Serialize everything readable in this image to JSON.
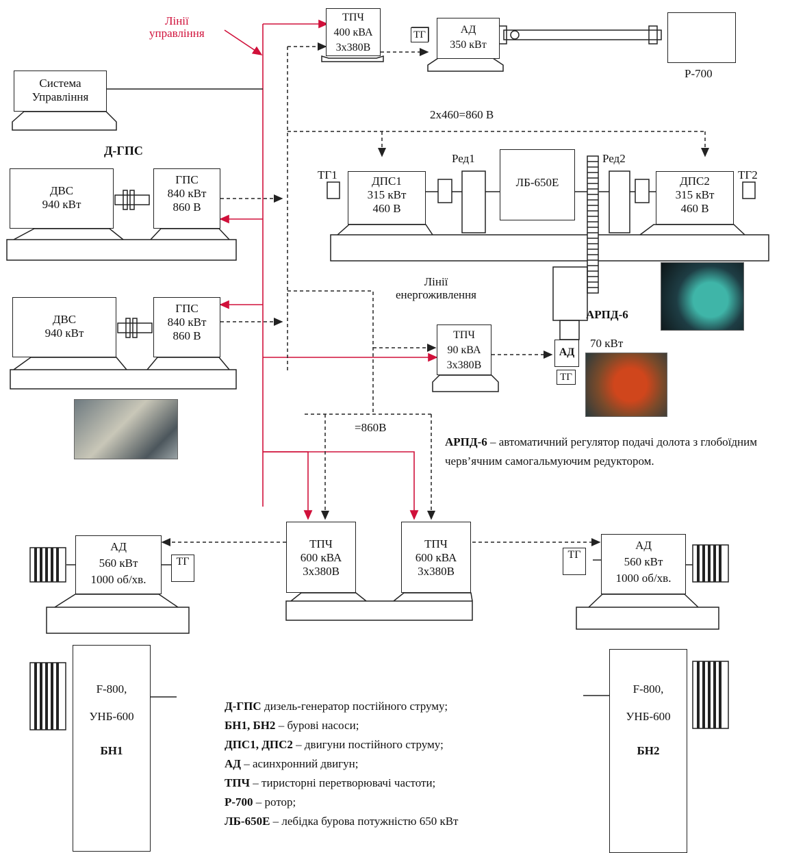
{
  "labels": {
    "control_lines": [
      "Лінії",
      "управління"
    ],
    "system": [
      "Система",
      "Управління"
    ],
    "dgps_title": "Д-ГПС",
    "voltage_top": "2х460=860 В",
    "power_lines": [
      "Лінії",
      "енергоживлення"
    ],
    "voltage_860": "=860В",
    "p700": "Р-700",
    "red1": "Ред1",
    "red2": "Ред2",
    "arpd6": "АРПД-6",
    "kw70": "70 кВт",
    "tg1": "ТГ1",
    "tg2": "ТГ2",
    "tg": "ТГ"
  },
  "blocks": {
    "tpch400": [
      "ТПЧ",
      "400 кВА",
      "3х380В"
    ],
    "ad350": [
      "АД",
      "350 кВт"
    ],
    "dvs1": [
      "ДВС",
      "940 кВт"
    ],
    "gps1": [
      "ГПС",
      "840 кВт",
      "860 В"
    ],
    "dvs2": [
      "ДВС",
      "940 кВт"
    ],
    "gps2": [
      "ГПС",
      "840 кВт",
      "860 В"
    ],
    "dps1": [
      "ДПС1",
      "315 кВт",
      "460 В"
    ],
    "lb650": [
      "ЛБ-650Е"
    ],
    "dps2": [
      "ДПС2",
      "315 кВт",
      "460 В"
    ],
    "tpch90": [
      "ТПЧ",
      "90 кВА",
      "3х380В"
    ],
    "ad_small": [
      "АД"
    ],
    "tpch600a": [
      "ТПЧ",
      "600 кВА",
      "3х380В"
    ],
    "tpch600b": [
      "ТПЧ",
      "600 кВА",
      "3х380В"
    ],
    "ad560a": [
      "АД",
      "560 кВт",
      "1000 об/хв."
    ],
    "ad560b": [
      "АД",
      "560 кВт",
      "1000 об/хв."
    ],
    "bn1": [
      "F-800,",
      "УНБ-600",
      "БН1"
    ],
    "bn2": [
      "F-800,",
      "УНБ-600",
      "БН2"
    ]
  },
  "note": {
    "bold": "АРПД-6",
    "text": " – автоматичний регулятор подачі долота з глобоїдним черв’ячним самогальмуючим редуктором."
  },
  "legend": [
    {
      "term": "Д-ГПС",
      "desc": " дизель-генератор постійного струму;"
    },
    {
      "term": "БН1, БН2",
      "desc": " – бурові насоси;"
    },
    {
      "term": "ДПС1, ДПС2",
      "desc": " – двигуни постійного струму;"
    },
    {
      "term": "АД",
      "desc": " – асинхронний двигун;"
    },
    {
      "term": "ТПЧ",
      "desc": " – тиристорні перетворювачі частоти;"
    },
    {
      "term": "Р-700 ",
      "desc": "– ротор;"
    },
    {
      "term": "ЛБ-650Е",
      "desc": " – лебідка бурова потужністю 650 кВт"
    }
  ],
  "colors": {
    "control_line": "#d0103a",
    "line": "#222222"
  }
}
